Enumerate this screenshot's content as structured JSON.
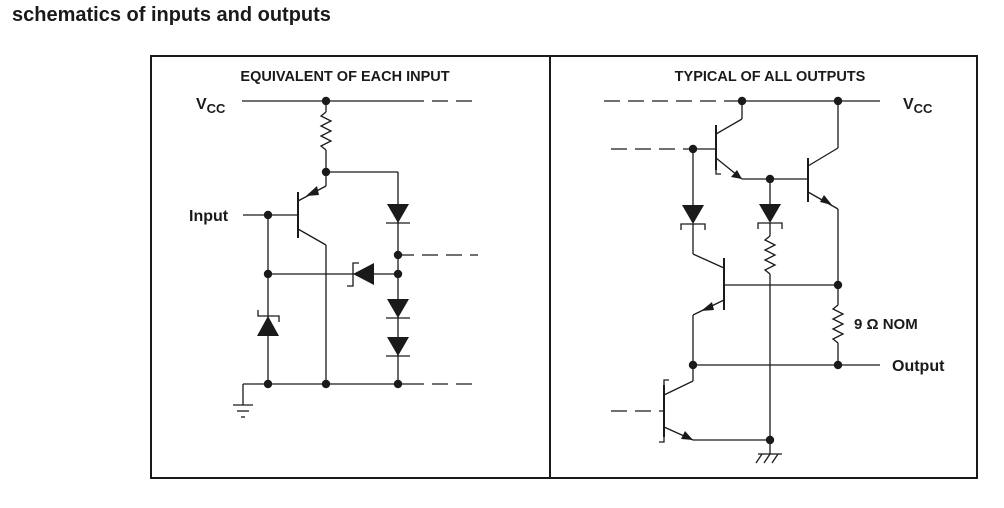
{
  "page": {
    "heading": "schematics of inputs and outputs"
  },
  "left_panel": {
    "title": "EQUIVALENT OF EACH INPUT",
    "vcc_main": "V",
    "vcc_sub": "CC",
    "input_label": "Input"
  },
  "right_panel": {
    "title": "TYPICAL OF ALL OUTPUTS",
    "vcc_main": "V",
    "vcc_sub": "CC",
    "resistor_label": "9 Ω NOM",
    "output_label": "Output"
  }
}
